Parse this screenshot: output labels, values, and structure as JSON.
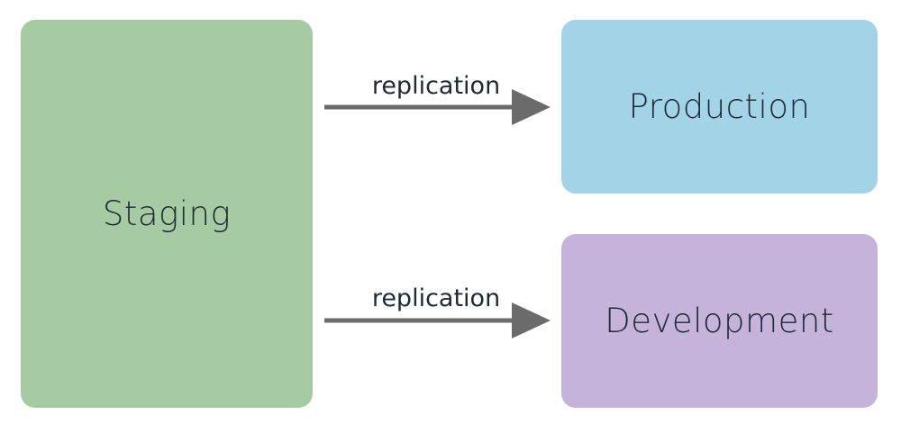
{
  "nodes": {
    "staging": {
      "label": "Staging",
      "color": "#a6cba3"
    },
    "production": {
      "label": "Production",
      "color": "#a3d3e6"
    },
    "development": {
      "label": "Development",
      "color": "#c5b3da"
    }
  },
  "edges": [
    {
      "from": "Staging",
      "to": "Production",
      "label": "replication"
    },
    {
      "from": "Staging",
      "to": "Development",
      "label": "replication"
    }
  ],
  "arrow_color": "#6b6b6b"
}
